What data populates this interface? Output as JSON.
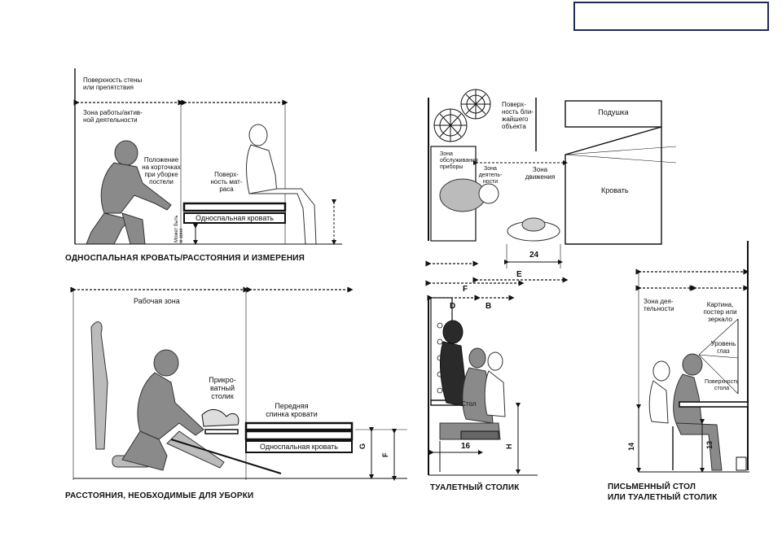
{
  "colors": {
    "ink": "#111111",
    "figure": "#8a8a8a",
    "figure_dark": "#2a2a2a",
    "frame": "#1f2a56"
  },
  "panel1": {
    "wall_label": "Поверхность стены\nили препятствия",
    "zone_label": "Зона работы/актив-\nной деятельности",
    "squat_label": "Положение\nна корточках\nпри уборке\nпостели",
    "mattress_label": "Поверх-\nность мат-\nраса",
    "bed_label": "Односпальная кровать",
    "side_label": "Может быть\nв зоне",
    "caption": "ОДНОСПАЛЬНАЯ КРОВАТЬ/РАССТОЯНИЯ И ИЗМЕРЕНИЯ"
  },
  "panel2": {
    "work_zone": "Рабочая зона",
    "bedside_table": "Прикро-\nватный\nстолик",
    "headboard": "Передняя\nспинка кровати",
    "bed_label": "Односпальная кровать",
    "dim_g": "G",
    "dim_f": "F",
    "caption": "РАССТОЯНИЯ, НЕОБХОДИМЫЕ ДЛЯ УБОРКИ"
  },
  "panel3": {
    "nearest_surface": "Поверх-\nность бли-\nжайшего\nобъекта",
    "pillow": "Подушка",
    "zone_devices": "Зона\nобслуживания\nприборы",
    "activity_zone": "Зона\nдеятель-\nности",
    "movement_zone": "Зона\nдвижения",
    "bed": "Кровать",
    "dim_24": "24",
    "dim_e": "E"
  },
  "panel4": {
    "dim_f": "F",
    "dim_d": "D",
    "dim_b": "B",
    "dim_16": "16",
    "dim_h": "H",
    "table_word": "Стол",
    "caption": "ТУАЛЕТНЫЙ СТОЛИК"
  },
  "panel5": {
    "activity_zone": "Зона дея-\nтельности",
    "picture": "Картина,\nпостер или\nзеркало",
    "eye_level": "Уровень\nглаз",
    "table_surface": "Поверхность\nстола",
    "dim_14": "14",
    "dim_13": "13",
    "caption": "ПИСЬМЕННЫЙ СТОЛ\nИЛИ ТУАЛЕТНЫЙ СТОЛИК"
  }
}
